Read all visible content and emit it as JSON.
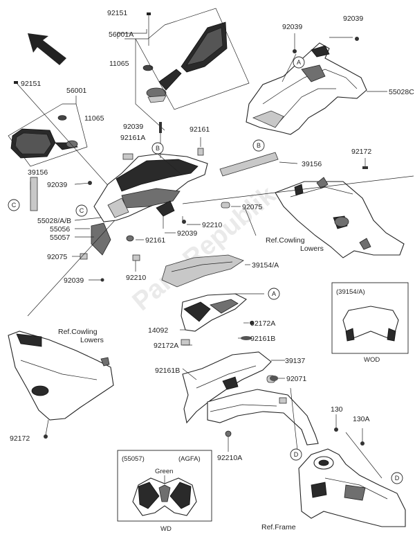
{
  "labels": {
    "p92151_top": "92151",
    "p56001A": "56001A",
    "p11065_top": "11065",
    "p92151_left": "92151",
    "p56001": "56001",
    "p11065_left": "11065",
    "p92039_tr1": "92039",
    "p92039_tr2": "92039",
    "p55028C": "55028C",
    "p92039_mid": "92039",
    "p92161A": "92161A",
    "p92161_top": "92161",
    "p39156_right": "39156",
    "p92172_right": "92172",
    "p39156_left": "39156",
    "p92039_left": "92039",
    "p55028AB": "55028/A/B",
    "p55056": "55056",
    "p55057": "55057",
    "p92075_right": "92075",
    "p92210_mid": "92210",
    "p92039_center": "92039",
    "p92161_mid": "92161",
    "p92075_left": "92075",
    "p92210_low": "92210",
    "p92039_low": "92039",
    "ref_lowers_right_1": "Ref.Cowling",
    "ref_lowers_right_2": "Lowers",
    "p39154A": "39154/A",
    "p92172A_1": "92172A",
    "p14092": "14092",
    "p92161B_1": "92161B",
    "p92172A_2": "92172A",
    "p39137": "39137",
    "p92161B_2": "92161B",
    "p92071": "92071",
    "ref_lowers_left_1": "Ref.Cowling",
    "ref_lowers_left_2": "Lowers",
    "p92172_low": "92172",
    "p130": "130",
    "p130A": "130A",
    "p92210A": "92210A",
    "ref_frame": "Ref.Frame",
    "inset_right_title": "(39154/A)",
    "inset_right_caption": "WOD",
    "inset_bottom_left": "(55057)",
    "inset_bottom_right": "(AGFA)",
    "inset_bottom_green": "Green",
    "inset_bottom_caption": "WD"
  },
  "refs": [
    "A",
    "B",
    "C",
    "D"
  ],
  "watermark": "PartsRepublik"
}
